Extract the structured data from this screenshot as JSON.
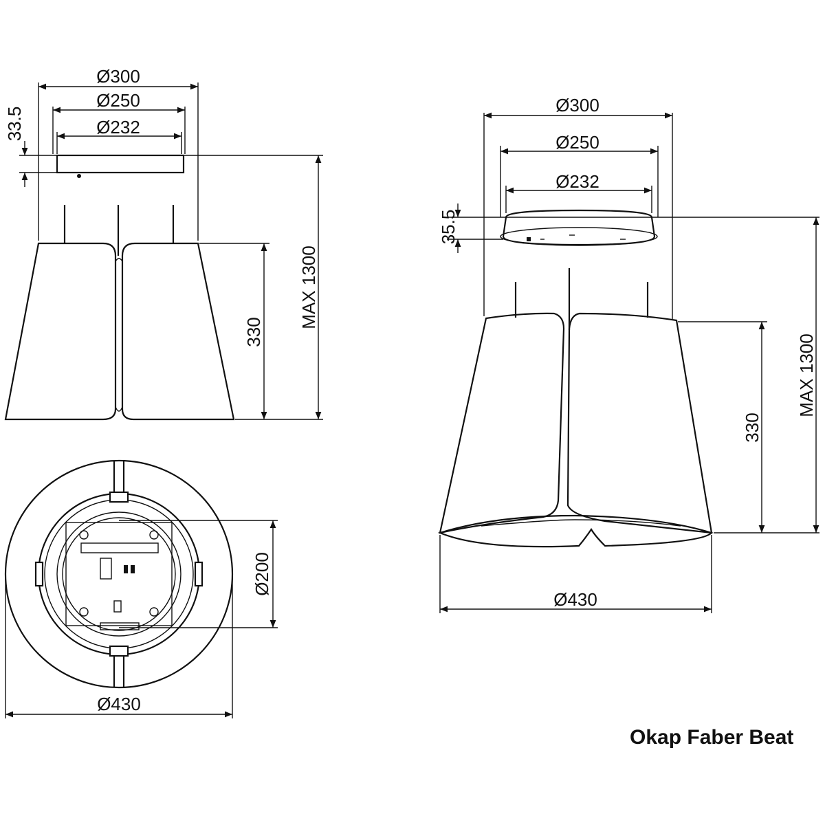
{
  "caption": "Okap Faber Beat",
  "dimensions": {
    "d300": "Ø300",
    "d250": "Ø250",
    "d232": "Ø232",
    "d430": "Ø430",
    "d200": "Ø200",
    "h_canopy_left": "33.5",
    "h_canopy_right": "35.5",
    "h_body": "330",
    "h_max": "MAX 1300"
  }
}
